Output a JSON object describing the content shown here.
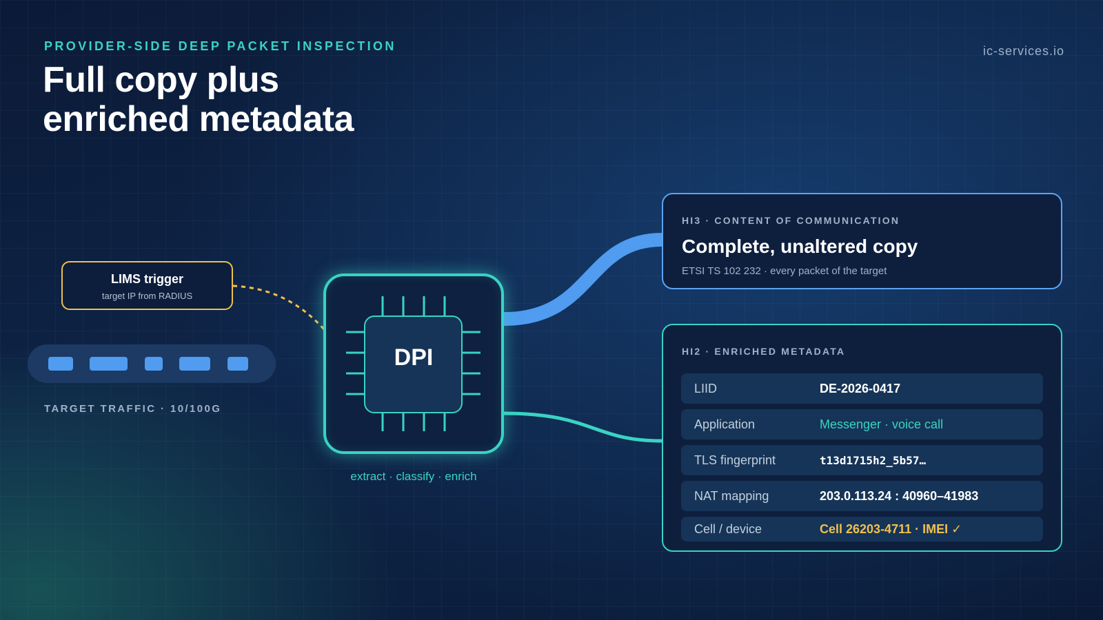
{
  "header": {
    "eyebrow": "PROVIDER-SIDE DEEP PACKET INSPECTION",
    "title_line1": "Full copy plus",
    "title_line2": "enriched metadata",
    "brand": "ic-services.io"
  },
  "trigger": {
    "title": "LIMS trigger",
    "subtitle": "target IP from RADIUS"
  },
  "traffic": {
    "label": "TARGET TRAFFIC · 10/100G",
    "packet_count": 5
  },
  "dpi": {
    "label": "DPI",
    "caption": "extract · classify · enrich",
    "icon": "processor-chip-icon"
  },
  "hi3": {
    "eyebrow": "HI3 · CONTENT OF COMMUNICATION",
    "title": "Complete, unaltered copy",
    "subtitle": "ETSI TS 102 232 · every packet of the target"
  },
  "hi2": {
    "eyebrow": "HI2 · ENRICHED METADATA",
    "rows": [
      {
        "key": "LIID",
        "value": "DE-2026-0417"
      },
      {
        "key": "Application",
        "value": "Messenger · voice call"
      },
      {
        "key": "TLS fingerprint",
        "value": "t13d1715h2_5b57…"
      },
      {
        "key": "NAT mapping",
        "value": "203.0.113.24 : 40960–41983"
      },
      {
        "key": "Cell / device",
        "value": "Cell 26203-4711 · IMEI ✓"
      }
    ]
  },
  "colors": {
    "accent_teal": "#39d3c3",
    "accent_blue": "#4f9cf0",
    "accent_gold": "#f0c04e",
    "background": "#0e2447"
  }
}
